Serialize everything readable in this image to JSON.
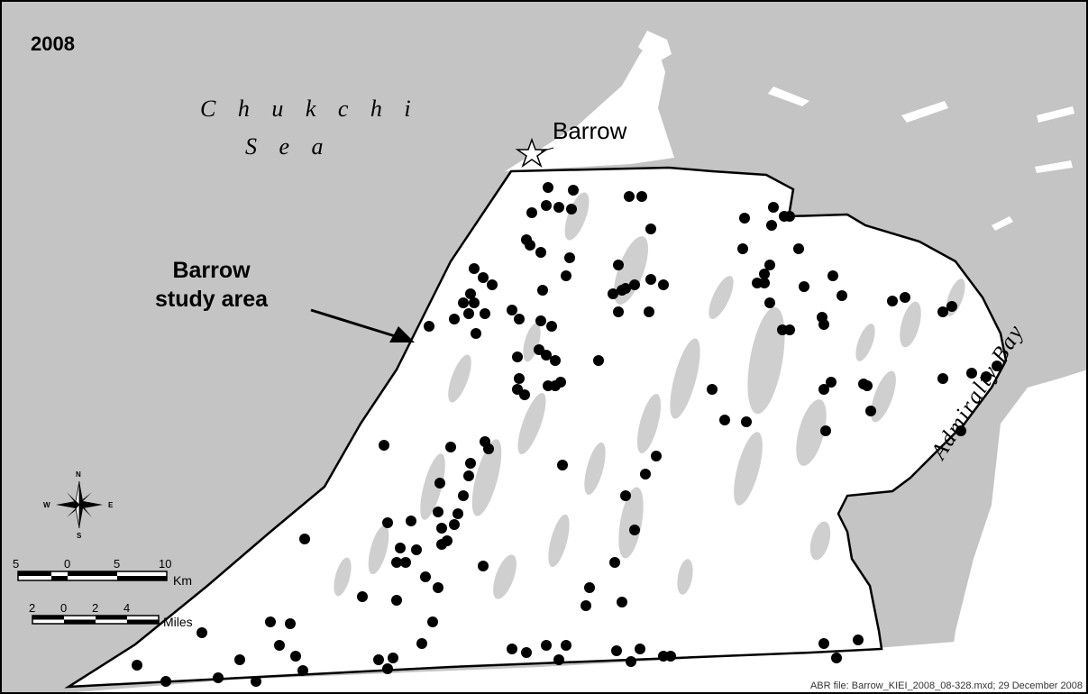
{
  "map": {
    "year": "2008",
    "sea_line1": "C h u k c h i",
    "sea_line2": "S e a",
    "town": "Barrow",
    "study_area_line1": "Barrow",
    "study_area_line2": "study area",
    "bay": "Admiralty Bay",
    "credit": "ABR file: Barrow_KIEI_2008_08-328.mxd; 29 December 2008",
    "colors": {
      "sea": "#c4c4c4",
      "land": "#ffffff",
      "lakes": "#cfcfcf",
      "points": "#000000"
    }
  },
  "scale_km": {
    "ticks": [
      "5",
      "0",
      "5",
      "10"
    ],
    "unit": "Km"
  },
  "scale_miles": {
    "ticks": [
      "2",
      "0",
      "2",
      "4"
    ],
    "unit": "Miles"
  },
  "compass": {
    "n": "N",
    "s": "S",
    "e": "E",
    "w": "W"
  }
}
